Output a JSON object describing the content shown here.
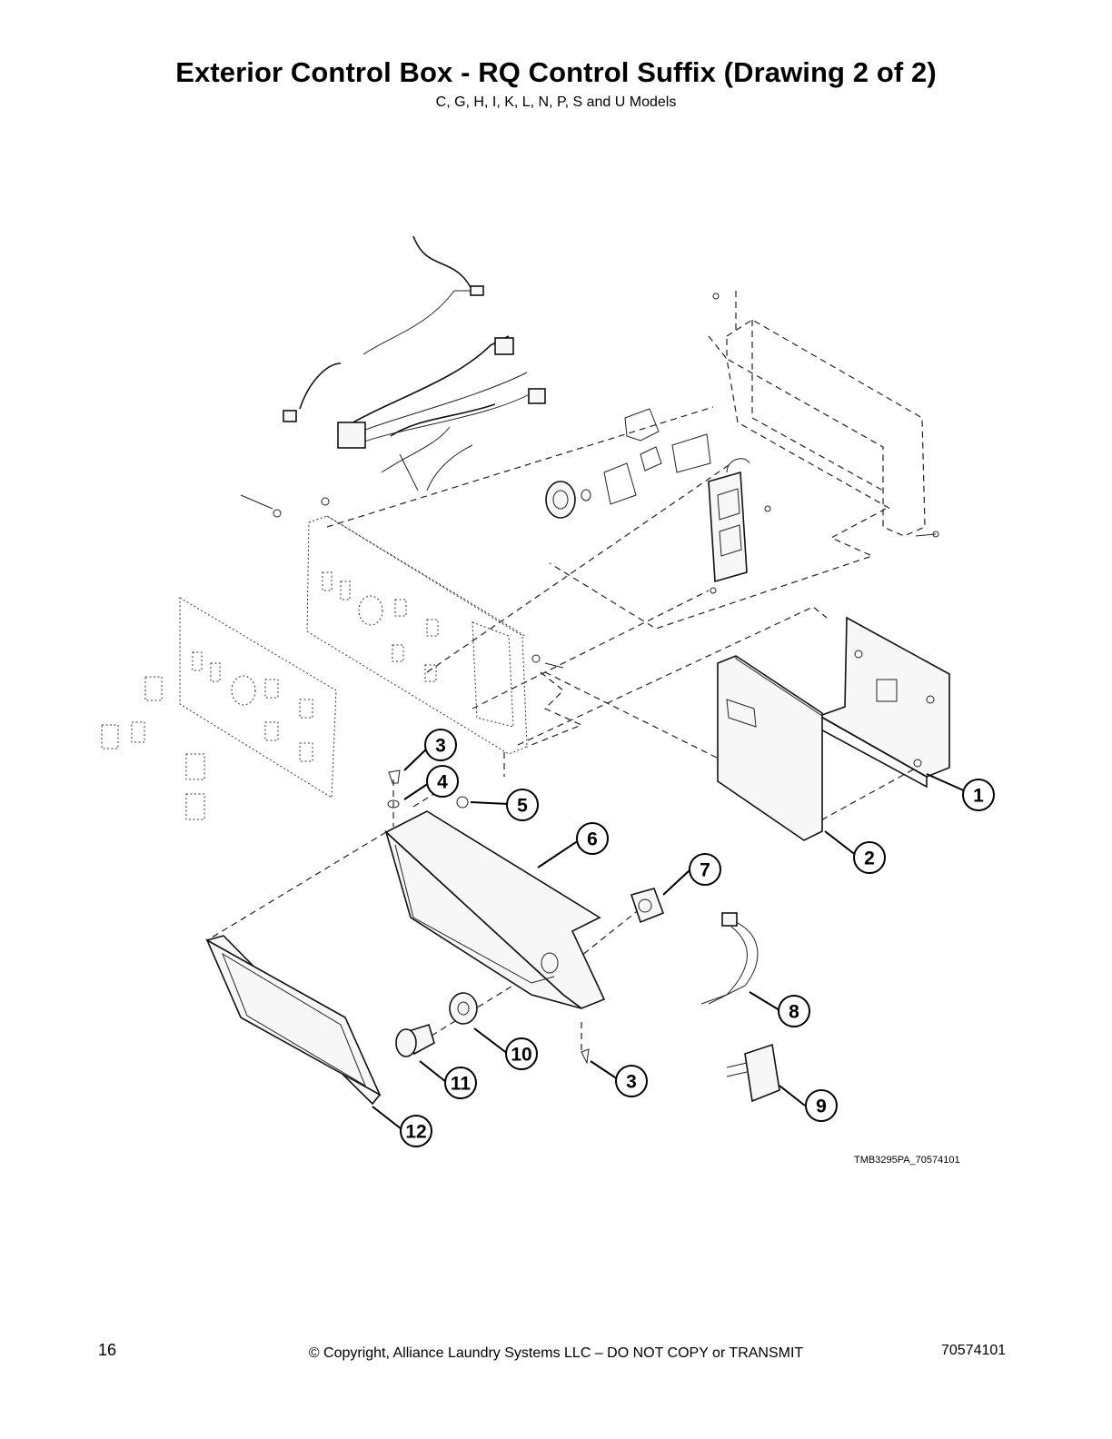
{
  "header": {
    "title": "Exterior Control Box - RQ Control Suffix (Drawing 2 of 2)",
    "subtitle": "C, G, H, I, K, L, N, P, S and U Models"
  },
  "drawing": {
    "reference_code": "TMB3295PA_70574101",
    "callouts": [
      {
        "id": "1",
        "label": "1"
      },
      {
        "id": "2",
        "label": "2"
      },
      {
        "id": "3a",
        "label": "3"
      },
      {
        "id": "3b",
        "label": "3"
      },
      {
        "id": "4",
        "label": "4"
      },
      {
        "id": "5",
        "label": "5"
      },
      {
        "id": "6",
        "label": "6"
      },
      {
        "id": "7",
        "label": "7"
      },
      {
        "id": "8",
        "label": "8"
      },
      {
        "id": "9",
        "label": "9"
      },
      {
        "id": "10",
        "label": "10"
      },
      {
        "id": "11",
        "label": "11"
      },
      {
        "id": "12",
        "label": "12"
      }
    ]
  },
  "footer": {
    "page_number": "16",
    "copyright": "© Copyright, Alliance Laundry Systems LLC – DO NOT COPY or TRANSMIT",
    "document_number": "70574101"
  }
}
